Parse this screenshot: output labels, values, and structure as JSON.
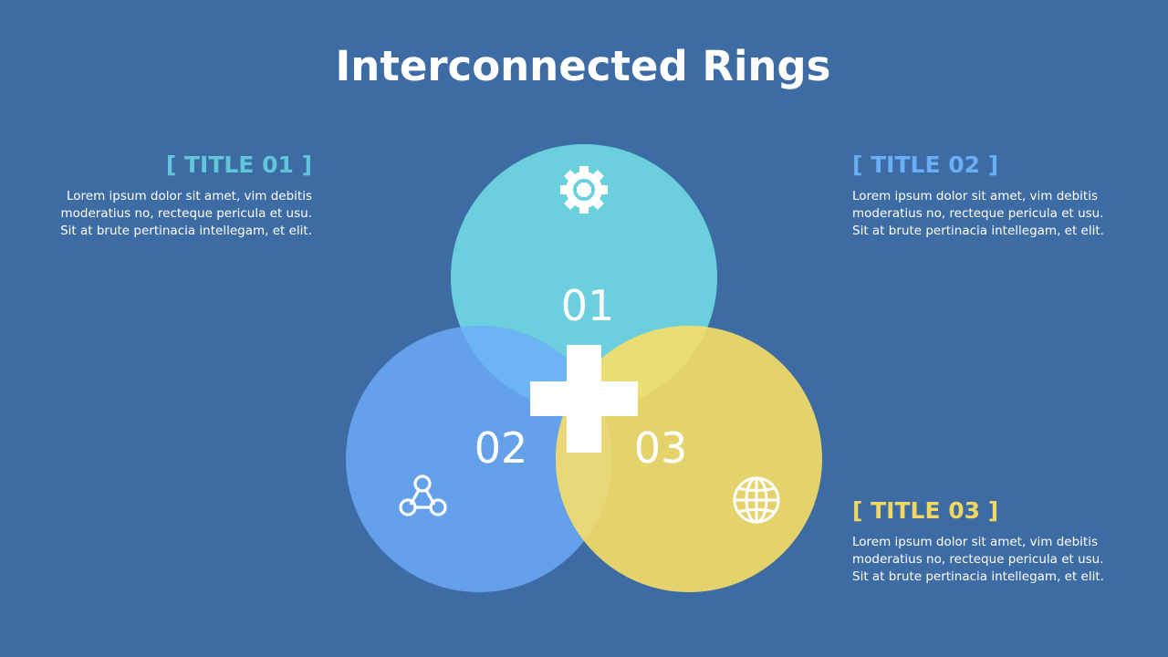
{
  "title": "Interconnected Rings",
  "colors": {
    "background": "#3D6BA4",
    "ring_01": "#6BCFDD",
    "ring_02": "#64A1EA",
    "ring_03": "#E4D36C",
    "title_01": "#62C6DB",
    "title_02": "#6AAEF3",
    "title_03": "#F3D763",
    "text": "#FFFFFF"
  },
  "rings": [
    {
      "number": "01",
      "icon": "gear-icon",
      "color": "#6BCFDD"
    },
    {
      "number": "02",
      "icon": "network-nodes-icon",
      "color": "#64A1EA"
    },
    {
      "number": "03",
      "icon": "globe-icon",
      "color": "#E4D36C"
    }
  ],
  "center_symbol": "plus-icon",
  "blocks": [
    {
      "title": "[ TITLE 01 ]",
      "lines": [
        "Lorem ipsum dolor sit amet, vim debitis",
        "moderatius no, recteque pericula et usu.",
        "Sit at brute pertinacia intellegam, et elit."
      ]
    },
    {
      "title": "[ TITLE 02 ]",
      "lines": [
        "Lorem ipsum dolor sit amet, vim debitis",
        "moderatius no, recteque pericula et usu.",
        "Sit at brute pertinacia intellegam, et elit."
      ]
    },
    {
      "title": "[ TITLE 03 ]",
      "lines": [
        "Lorem ipsum dolor sit amet, vim debitis",
        "moderatius no, recteque pericula et usu.",
        "Sit at brute pertinacia intellegam, et elit."
      ]
    }
  ]
}
